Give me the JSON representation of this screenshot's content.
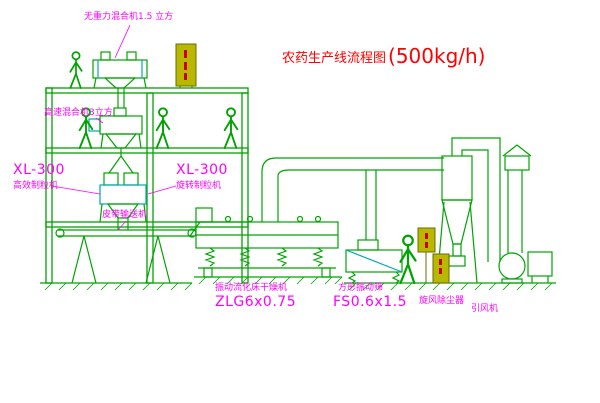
{
  "title": {
    "text": "农药生产线流程图",
    "capacity": "(500kg/h)"
  },
  "labels": {
    "top_mixer": "无重力混合机1.5 立方",
    "high_speed_mixer": "高速混合机3立方",
    "granulator_left_model": "XL-300",
    "granulator_left_name": "高效制粒机",
    "granulator_right_model": "XL-300",
    "granulator_right_name": "旋转制粒机",
    "belt_conveyor": "皮带输送机",
    "dryer_name": "振动流化床干燥机",
    "dryer_model": "ZLG6x0.75",
    "screen_name": "方形振动筛",
    "screen_model": "FS0.6x1.5",
    "cyclone": "旋风除尘器",
    "fan": "引风机"
  },
  "colors": {
    "diagram_green": "#00a300",
    "diagram_cyan": "#00a8b0",
    "label_magenta": "#ff00ff",
    "title_red": "#ff0000",
    "panel_fill": "#b8b800",
    "panel_mark_red": "#cc0000"
  }
}
